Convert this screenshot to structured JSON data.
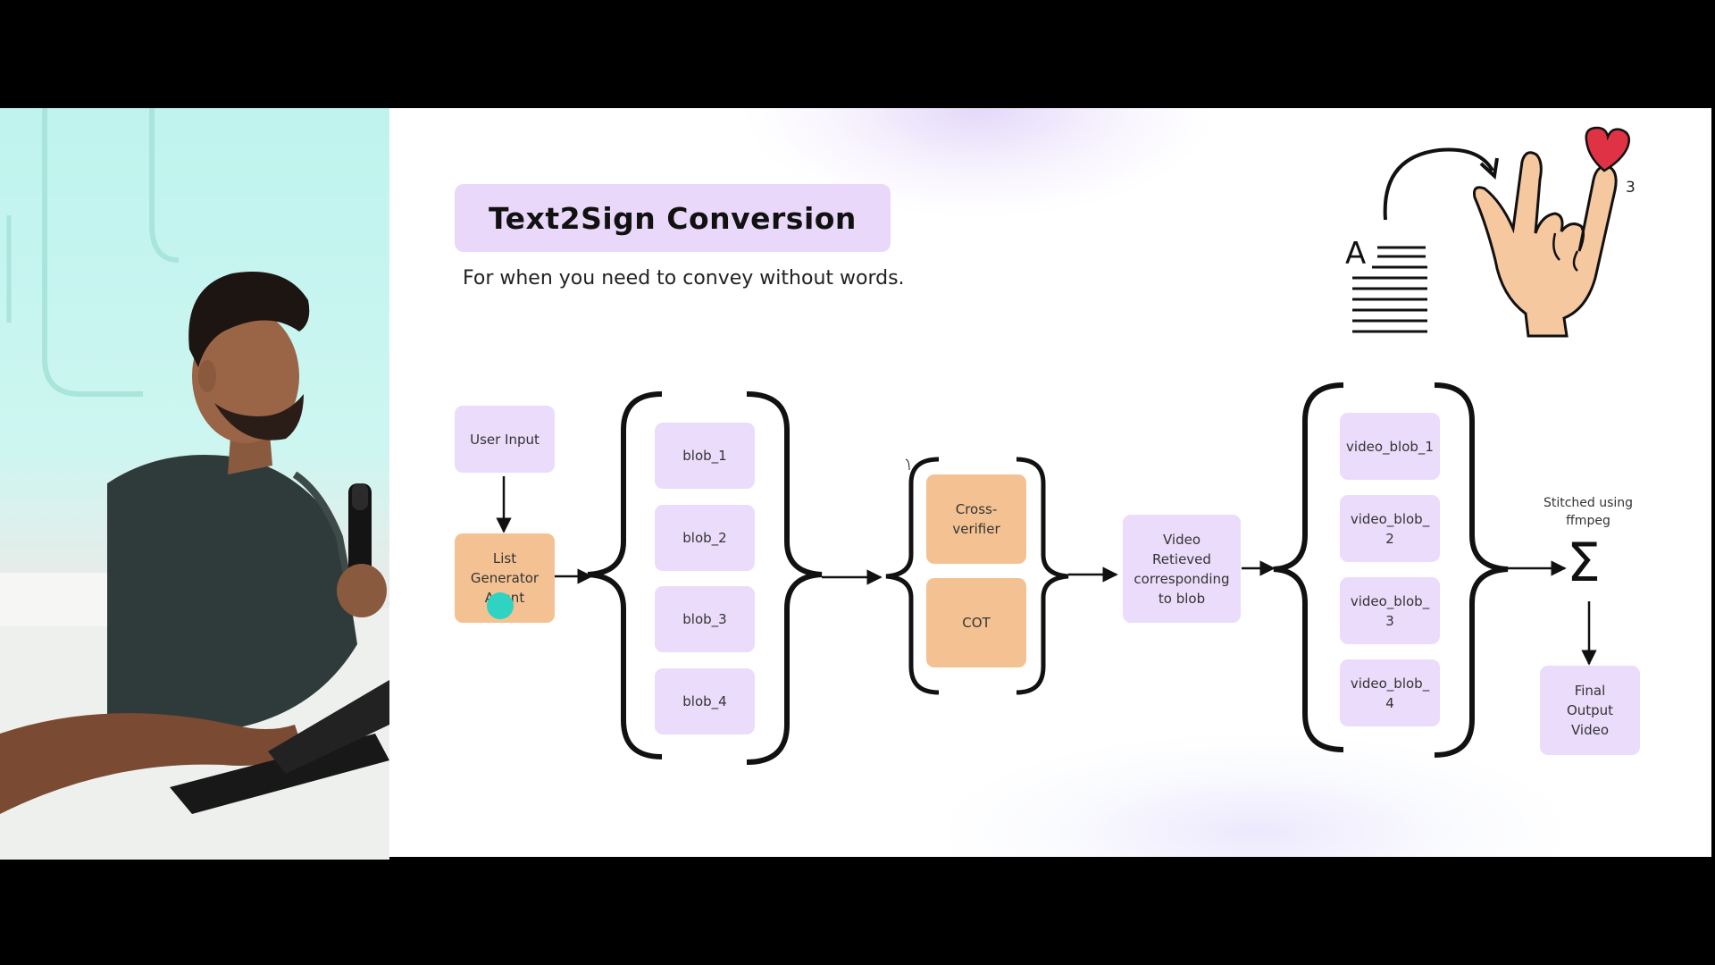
{
  "slide": {
    "title": "Text2Sign Conversion",
    "subtitle": "For when you need to convey without words.",
    "page_number": "3"
  },
  "illustration": {
    "text_letter": "A",
    "icons": [
      "document-text-icon",
      "curved-arrow-icon",
      "sign-hand-icon",
      "heart-icon"
    ]
  },
  "diagram": {
    "user_input": "User Input",
    "list_generator": "List Generator Agent",
    "blobs": [
      "blob_1",
      "blob_2",
      "blob_3",
      "blob_4"
    ],
    "verifiers": [
      "Cross-verifier",
      "COT"
    ],
    "video_retrieved": "Video Retieved corresponding to blob",
    "video_blobs": [
      "video_blob_1",
      "video_blob_ 2",
      "video_blob_ 3",
      "video_blob_ 4"
    ],
    "stitch_note": "Stitched using ffmpeg",
    "sigma": "Σ",
    "final_output": "Final Output Video"
  },
  "colors": {
    "purple_box": "#ebdcfb",
    "orange_box": "#f4c292",
    "title_bg": "#ead8fb",
    "cursor_dot": "#2fd3c1",
    "heart": "#e03245"
  }
}
